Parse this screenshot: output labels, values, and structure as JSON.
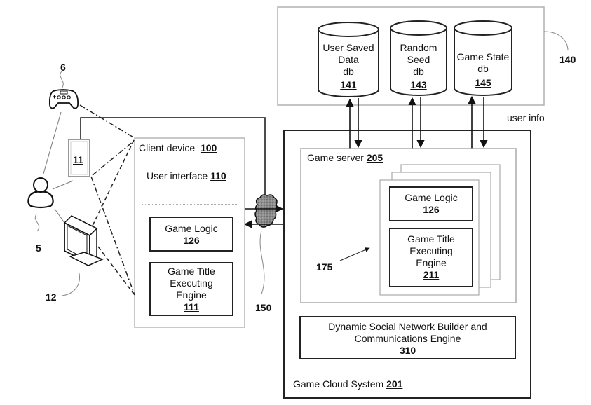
{
  "figure": {
    "type": "patent-style system block diagram",
    "databases_group": {
      "ref": "140",
      "databases": [
        {
          "lines": [
            "User Saved",
            "Data",
            "db"
          ],
          "ref": "141"
        },
        {
          "lines": [
            "Random",
            "Seed",
            "db"
          ],
          "ref": "143"
        },
        {
          "lines": [
            "Game State",
            "db"
          ],
          "ref": "145"
        }
      ],
      "link_label": "user info"
    },
    "user_side": {
      "controller_ref": "6",
      "device_ref": "11",
      "user_ref": "5",
      "display_ref": "12"
    },
    "client_device": {
      "title": "Client device",
      "ref": "100",
      "user_interface": {
        "title": "User interface",
        "ref": "110"
      },
      "game_logic": {
        "title": "Game Logic",
        "ref": "126"
      },
      "engine": {
        "lines": [
          "Game Title",
          "Executing",
          "Engine"
        ],
        "ref": "111"
      }
    },
    "network": {
      "ref": "150"
    },
    "game_cloud": {
      "title": "Game Cloud System",
      "ref": "201",
      "game_server": {
        "title": "Game server",
        "ref": "205",
        "instances_ref": "175",
        "game_logic": {
          "title": "Game Logic",
          "ref": "126"
        },
        "engine": {
          "lines": [
            "Game Title",
            "Executing",
            "Engine"
          ],
          "ref": "211"
        }
      },
      "social_engine": {
        "lines": [
          "Dynamic Social Network Builder and",
          "Communications Engine"
        ],
        "ref": "310"
      }
    }
  }
}
